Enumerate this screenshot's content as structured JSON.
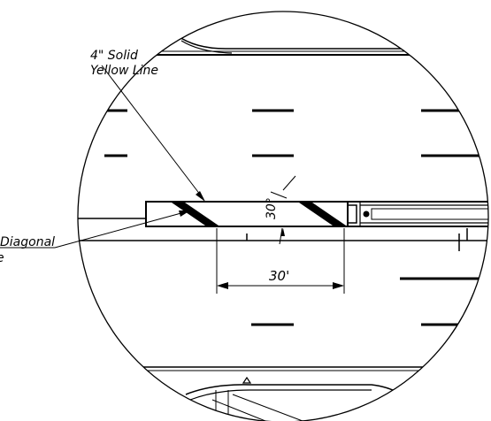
{
  "callouts": {
    "solid_line_size": "4\" Solid",
    "solid_line_color": "Yellow Line",
    "diagonal_label": "Diagonal",
    "diagonal_label_tail": "e"
  },
  "dimensions": {
    "spacing": "30'",
    "angle": "30°"
  },
  "colors": {
    "ink": "#000000",
    "background": "#ffffff"
  }
}
